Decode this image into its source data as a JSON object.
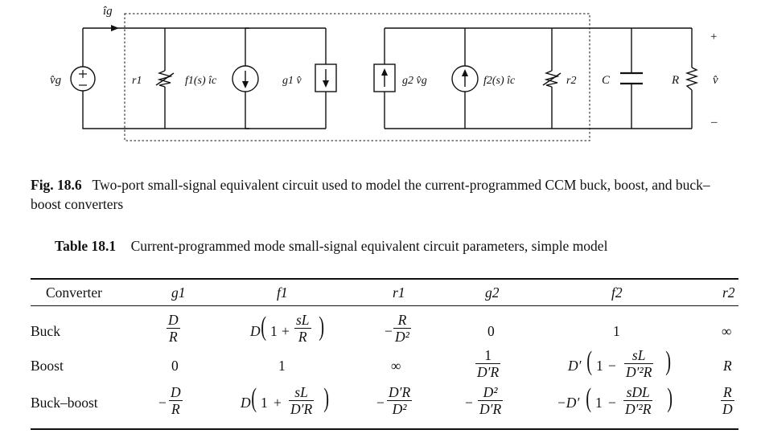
{
  "circuit": {
    "source_left": "v̂g",
    "current_label": "îg",
    "r1": "r1",
    "f1_label": "f1(s) îc",
    "g1_label": "g1 v̂",
    "g2_label": "g2 v̂g",
    "f2_label": "f2(s) îc",
    "r2": "r2",
    "C": "C",
    "R": "R",
    "v_out": "v̂",
    "plus": "+",
    "minus": "–"
  },
  "figure_caption": {
    "number": "Fig. 18.6",
    "text": "Two-port small-signal equivalent circuit used to model the current-programmed CCM buck, boost, and buck–boost converters"
  },
  "table": {
    "number": "Table 18.1",
    "title": "Current-programmed mode small-signal equivalent circuit parameters, simple model",
    "headers": [
      "Converter",
      "g1",
      "f1",
      "r1",
      "g2",
      "f2",
      "r2"
    ],
    "rows": [
      {
        "name": "Buck",
        "g1": "D/R",
        "f1": "D(1 + sL/R)",
        "r1": "−R/D²",
        "g2": "0",
        "f2": "1",
        "r2": "∞"
      },
      {
        "name": "Boost",
        "g1": "0",
        "f1": "1",
        "r1": "∞",
        "g2": "1/(D′R)",
        "f2": "D′(1 − sL/(D′²R))",
        "r2": "R"
      },
      {
        "name": "Buck–boost",
        "g1": "−D/R",
        "f1": "D(1 + sL/(D′R))",
        "r1": "−D′R/D²",
        "g2": "−D²/(D′R)",
        "f2": "−D′(1 − sDL/(D′²R))",
        "r2": "R/D"
      }
    ],
    "fraction_parts": {
      "D": "D",
      "R": "R",
      "sL": "sL",
      "D2": "D²",
      "one": "1",
      "DpR": "D′R",
      "Dp2R": "D′²R",
      "DpRnum": "D′R",
      "sDL": "sDL",
      "zero": "0",
      "inf": "∞",
      "Dp": "D′",
      "minus": "−",
      "plus": "+",
      "lpar": "(",
      "rpar": ")",
      "minusDp": "−D′"
    }
  }
}
